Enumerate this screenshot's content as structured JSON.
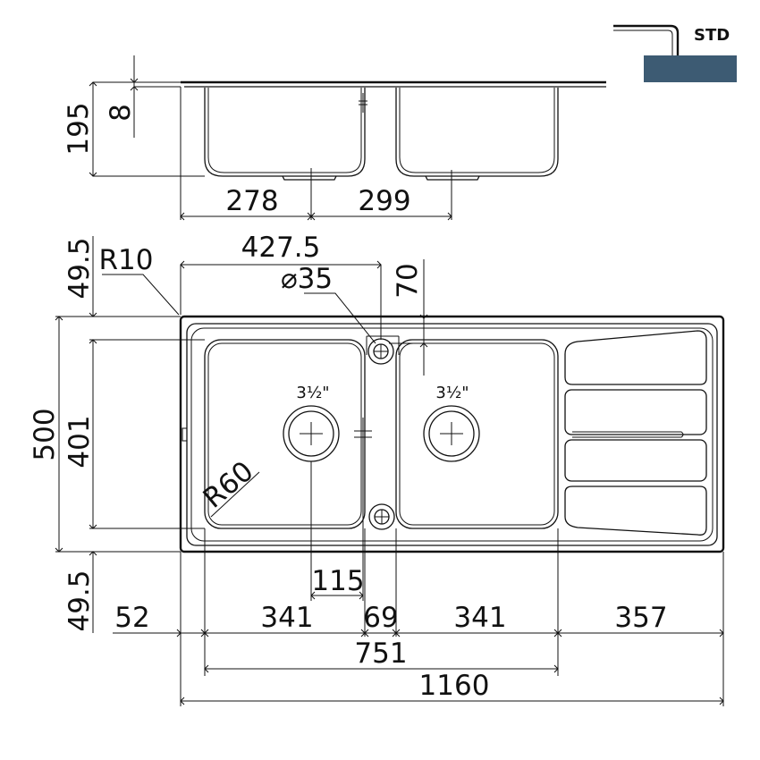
{
  "badge": {
    "label": "STD",
    "fill_color": "#3d5b73"
  },
  "side_view": {
    "height": "195",
    "flange": "8",
    "left_bowl_offset": "278",
    "right_bowl_offset": "299"
  },
  "top_view": {
    "border_top": "49.5",
    "border_bottom": "49.5",
    "corner_radius": "R10",
    "tap_position": "427.5",
    "tap_hole": "⌀35",
    "tap_offset": "70",
    "overall_depth": "500",
    "bowl_depth": "401",
    "bowl_radius": "R60",
    "waste_left": "3½\"",
    "waste_right": "3½\"",
    "waste_offset": "115"
  },
  "bottom_dims": {
    "left_margin": "52",
    "left_bowl": "341",
    "divider": "69",
    "right_bowl": "341",
    "drainer": "357",
    "bowls_total": "751",
    "overall_length": "1160"
  }
}
